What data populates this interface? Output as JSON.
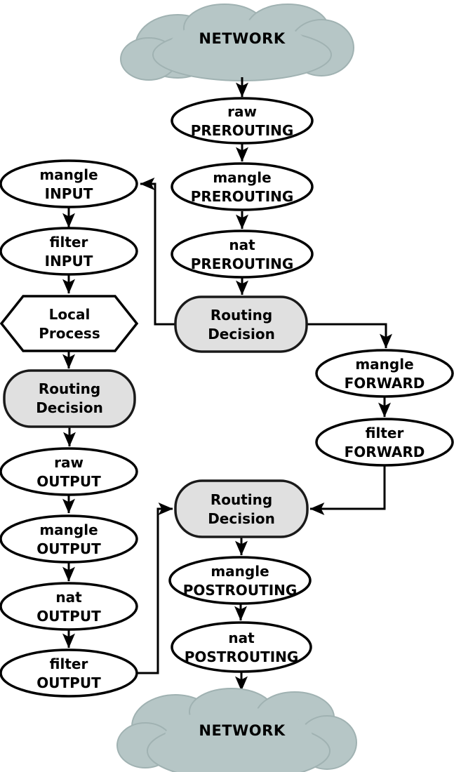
{
  "colors": {
    "background": "#ffffff",
    "cloud_fill": "#b6c6c6",
    "cloud_edge": "#a0b2b2",
    "node_fill": "#ffffff",
    "decision_fill": "#e0e0e0",
    "line": "#000000"
  },
  "nodes": {
    "network_top": {
      "label": "NETWORK"
    },
    "raw_prerouting": {
      "line1": "raw",
      "line2": "PREROUTING"
    },
    "mangle_prerouting": {
      "line1": "mangle",
      "line2": "PREROUTING"
    },
    "nat_prerouting": {
      "line1": "nat",
      "line2": "PREROUTING"
    },
    "routing_decision_mid": {
      "line1": "Routing",
      "line2": "Decision"
    },
    "mangle_input": {
      "line1": "mangle",
      "line2": "INPUT"
    },
    "filter_input": {
      "line1": "filter",
      "line2": "INPUT"
    },
    "local_process": {
      "line1": "Local",
      "line2": "Process"
    },
    "routing_decision_left": {
      "line1": "Routing",
      "line2": "Decision"
    },
    "raw_output": {
      "line1": "raw",
      "line2": "OUTPUT"
    },
    "mangle_output": {
      "line1": "mangle",
      "line2": "OUTPUT"
    },
    "nat_output": {
      "line1": "nat",
      "line2": "OUTPUT"
    },
    "filter_output": {
      "line1": "filter",
      "line2": "OUTPUT"
    },
    "mangle_forward": {
      "line1": "mangle",
      "line2": "FORWARD"
    },
    "filter_forward": {
      "line1": "filter",
      "line2": "FORWARD"
    },
    "routing_decision_bottom": {
      "line1": "Routing",
      "line2": "Decision"
    },
    "mangle_postrouting": {
      "line1": "mangle",
      "line2": "POSTROUTING"
    },
    "nat_postrouting": {
      "line1": "nat",
      "line2": "POSTROUTING"
    },
    "network_bottom": {
      "label": "NETWORK"
    }
  },
  "edges": [
    {
      "from": "network_top",
      "to": "raw_prerouting"
    },
    {
      "from": "raw_prerouting",
      "to": "mangle_prerouting"
    },
    {
      "from": "mangle_prerouting",
      "to": "nat_prerouting"
    },
    {
      "from": "nat_prerouting",
      "to": "routing_decision_mid"
    },
    {
      "from": "routing_decision_mid",
      "to": "mangle_input"
    },
    {
      "from": "routing_decision_mid",
      "to": "mangle_forward"
    },
    {
      "from": "mangle_input",
      "to": "filter_input"
    },
    {
      "from": "filter_input",
      "to": "local_process"
    },
    {
      "from": "local_process",
      "to": "routing_decision_left"
    },
    {
      "from": "routing_decision_left",
      "to": "raw_output"
    },
    {
      "from": "raw_output",
      "to": "mangle_output"
    },
    {
      "from": "mangle_output",
      "to": "nat_output"
    },
    {
      "from": "nat_output",
      "to": "filter_output"
    },
    {
      "from": "filter_output",
      "to": "routing_decision_bottom"
    },
    {
      "from": "mangle_forward",
      "to": "filter_forward"
    },
    {
      "from": "filter_forward",
      "to": "routing_decision_bottom"
    },
    {
      "from": "routing_decision_bottom",
      "to": "mangle_postrouting"
    },
    {
      "from": "mangle_postrouting",
      "to": "nat_postrouting"
    },
    {
      "from": "nat_postrouting",
      "to": "network_bottom"
    }
  ]
}
